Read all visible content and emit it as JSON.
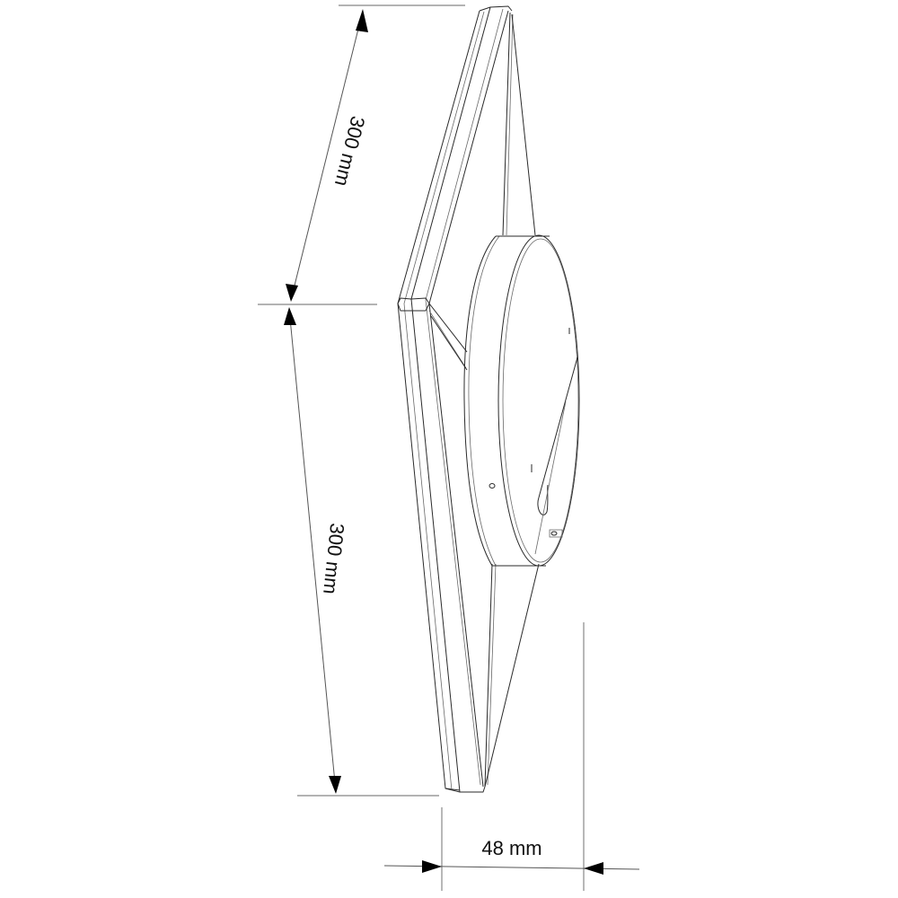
{
  "drawing": {
    "type": "technical-dimension-drawing",
    "subject": "square wall-mounted panel with round rear housing, isometric side view"
  },
  "dimensions": {
    "upper_edge": {
      "value": 300,
      "unit": "mm",
      "label": "300 mm"
    },
    "lower_edge": {
      "value": 300,
      "unit": "mm",
      "label": "300 mm"
    },
    "depth": {
      "value": 48,
      "unit": "mm",
      "label": "48 mm"
    }
  },
  "colors": {
    "line": "#2a2a2a",
    "extension_line": "#9a9a9a",
    "arrow": "#000000",
    "background": "#ffffff"
  }
}
